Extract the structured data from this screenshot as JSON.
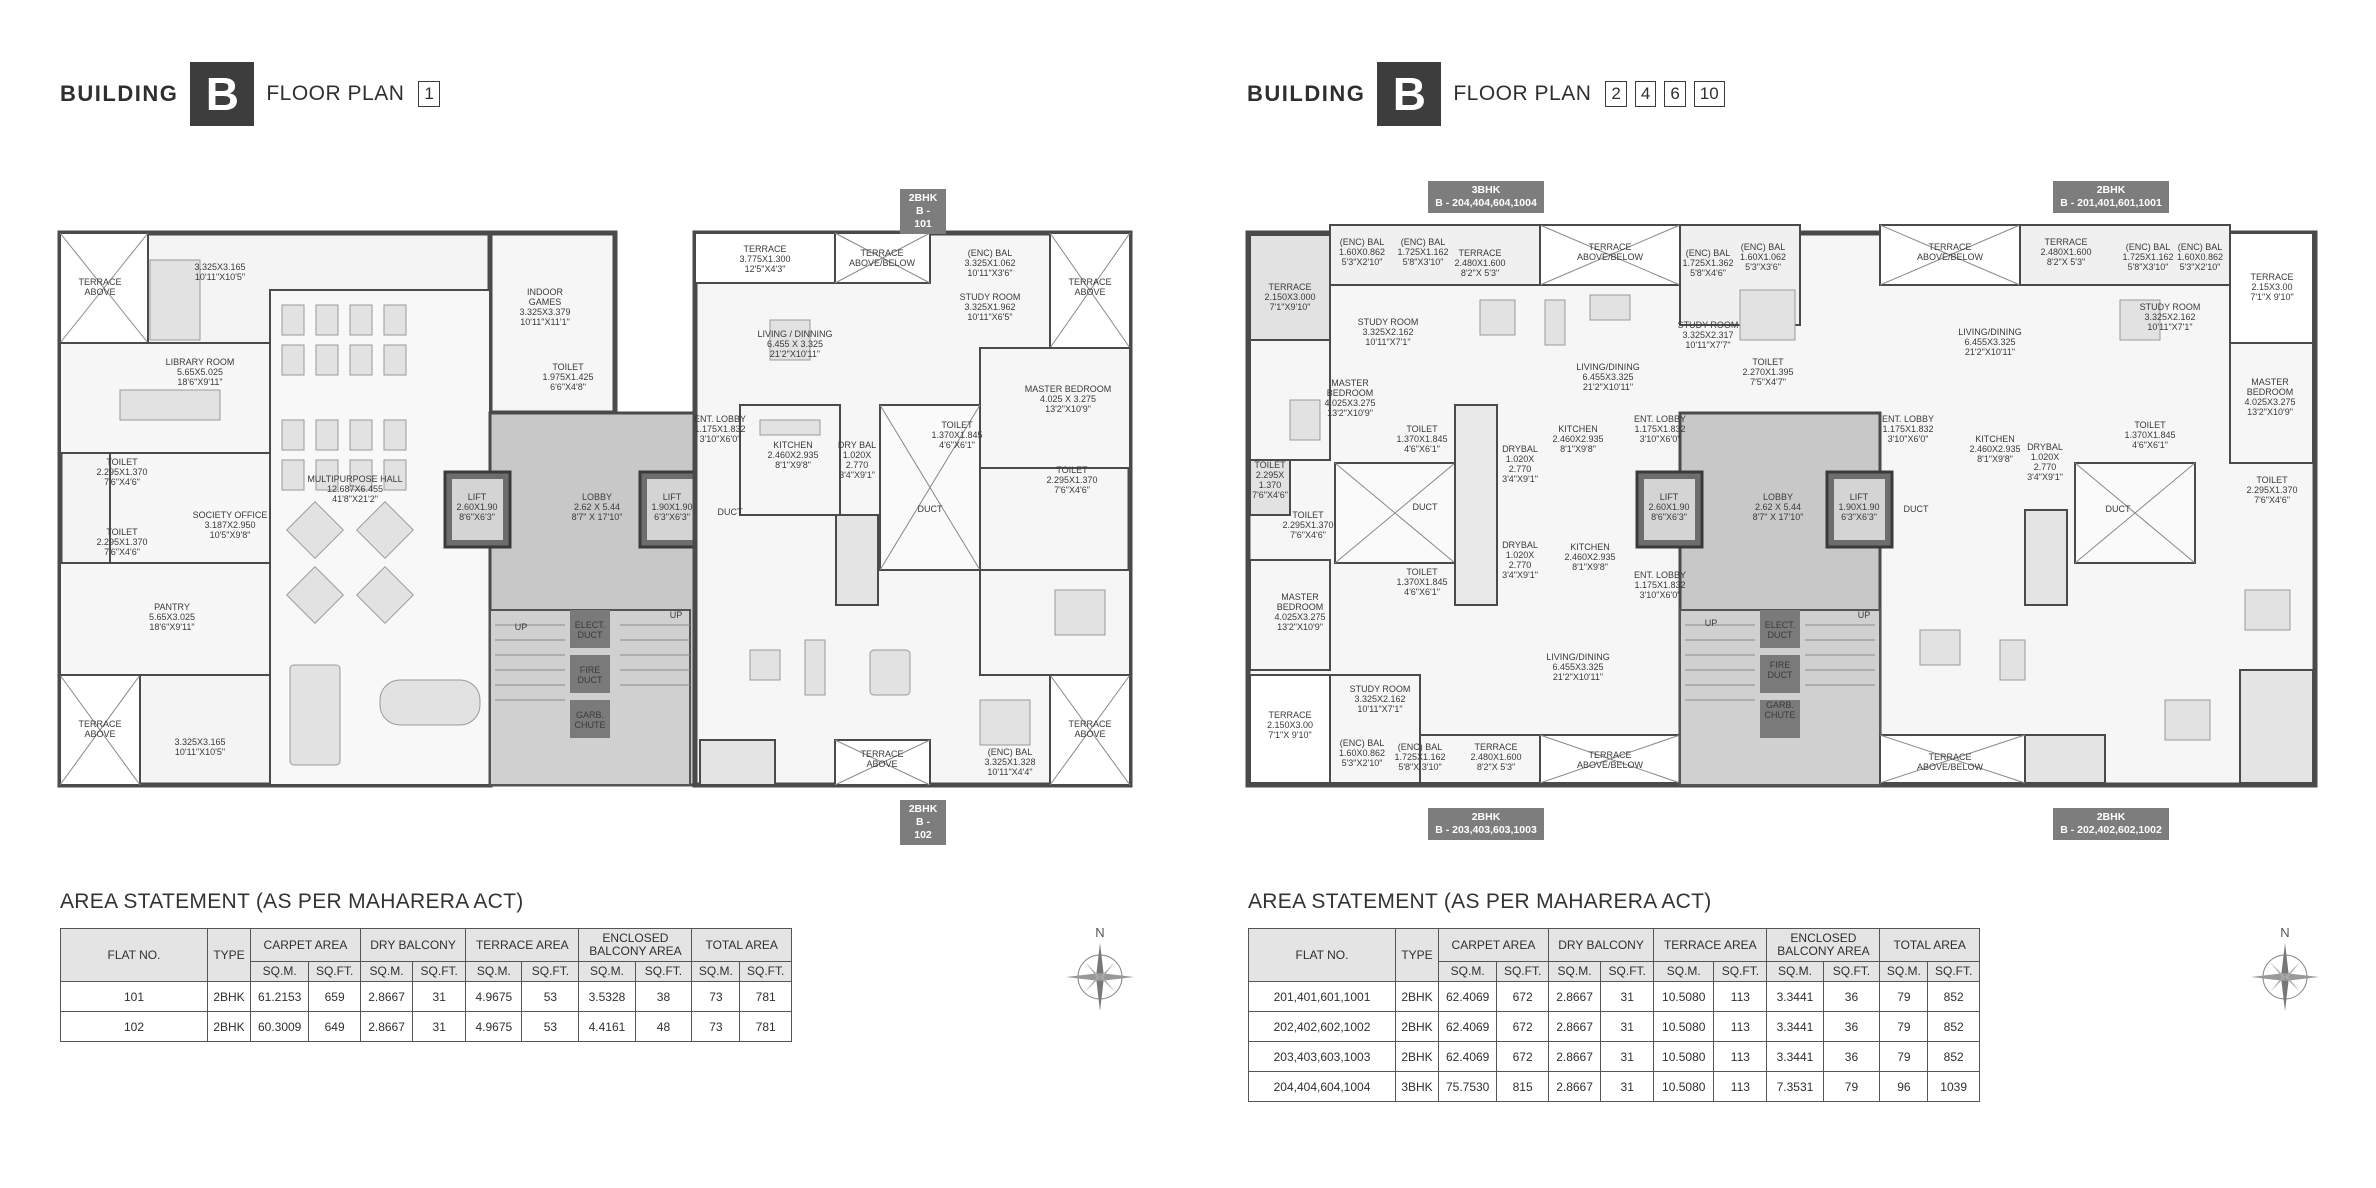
{
  "left": {
    "building_word": "BUILDING",
    "building_letter": "B",
    "floor_plan_word": "FLOOR PLAN",
    "floor_numbers": [
      "1"
    ],
    "tags": {
      "top": "2BHK\nB - 101",
      "bottom": "2BHK\nB - 102"
    },
    "rooms": {
      "terrace_above_tl": "TERRACE\nABOVE",
      "dim_3325_tl": "3.325X3.165\n10'11\"X10'5\"",
      "library": "LIBRARY ROOM\n5.65X5.025\n18'6\"X9'11\"",
      "indoor_games": "INDOOR\nGAMES\n3.325X3.379\n10'11\"X11'1\"",
      "toilet_games": "TOILET\n1.975X1.425\n6'6\"X4'8\"",
      "toilet_l1": "TOILET\n2.295X1.370\n7'6\"X4'6\"",
      "toilet_l2": "TOILET\n2.295X1.370\n7'6\"X4'6\"",
      "society_office": "SOCIETY OFFICE\n3.187X2.950\n10'5\"X9'8\"",
      "multipurpose": "MULTIPURPOSE HALL\n12.687X6.455\n41'8\"X21'2\"",
      "pantry": "PANTRY\n5.65X3.025\n18'6\"X9'11\"",
      "terrace_above_bl": "TERRACE\nABOVE",
      "dim_3325_bl": "3.325X3.165\n10'11\"X10'5\"",
      "lift1": "LIFT\n2.60X1.90\n8'6\"X6'3\"",
      "lobby": "LOBBY\n2.62 X 5.44\n8'7\" X 17'10\"",
      "lift2": "LIFT\n1.90X1.90\n6'3\"X6'3\"",
      "up1": "UP",
      "up2": "UP",
      "elect_duct": "ELECT.\nDUCT",
      "fire_duct": "FIRE\nDUCT",
      "garb_chute": "GARB.\nCHUTE",
      "terrace_top": "TERRACE\n3.775X1.300\n12'5\"X4'3\"",
      "terrace_above_below": "TERRACE\nABOVE/BELOW",
      "enc_bal_top": "(ENC) BAL\n3.325X1.062\n10'11\"X3'6\"",
      "terrace_above_tr": "TERRACE\nABOVE",
      "living_dining": "LIVING / DINNING\n6.455 X 3.325\n21'2\"X10'11\"",
      "study_room": "STUDY ROOM\n3.325X1.962\n10'11\"X6'5\"",
      "master_bedroom": "MASTER BEDROOM\n4.025 X 3.275\n13'2\"X10'9\"",
      "ent_lobby": "ENT. LOBBY\n1.175X1.832\n3'10\"X6'0\"",
      "kitchen": "KITCHEN\n2.460X2.935\n8'1\"X9'8\"",
      "dry_bal": "DRY BAL\n1.020X\n2.770\n3'4\"X9'1\"",
      "toilet_r1": "TOILET\n1.370X1.845\n4'6\"X6'1\"",
      "toilet_r2": "TOILET\n2.295X1.370\n7'6\"X4'6\"",
      "duct1": "DUCT",
      "duct2": "DUCT",
      "enc_bal_bottom": "(ENC) BAL\n3.325X1.328\n10'11\"X4'4\"",
      "terrace_above_bm": "TERRACE\nABOVE",
      "terrace_above_br": "TERRACE\nABOVE"
    },
    "area_title": "AREA STATEMENT (AS PER MAHARERA ACT)",
    "table": {
      "headers": {
        "flat_no": "FLAT NO.",
        "type": "TYPE",
        "carpet": "CARPET AREA",
        "dry": "DRY BALCONY",
        "terrace": "TERRACE AREA",
        "enclosed": "ENCLOSED\nBALCONY AREA",
        "total": "TOTAL AREA",
        "sqm": "SQ.M.",
        "sqft": "SQ.FT."
      },
      "rows": [
        [
          "101",
          "2BHK",
          "61.2153",
          "659",
          "2.8667",
          "31",
          "4.9675",
          "53",
          "3.5328",
          "38",
          "73",
          "781"
        ],
        [
          "102",
          "2BHK",
          "60.3009",
          "649",
          "2.8667",
          "31",
          "4.9675",
          "53",
          "4.4161",
          "48",
          "73",
          "781"
        ]
      ]
    }
  },
  "right": {
    "building_word": "BUILDING",
    "building_letter": "B",
    "floor_plan_word": "FLOOR PLAN",
    "floor_numbers": [
      "2",
      "4",
      "6",
      "10"
    ],
    "tags": {
      "top_left": "3BHK\nB - 204,404,604,1004",
      "top_right": "2BHK\nB - 201,401,601,1001",
      "bottom_left": "2BHK\nB - 203,403,603,1003",
      "bottom_right": "2BHK\nB - 202,402,602,1002"
    },
    "rooms": {
      "terrace_tl": "TERRACE\n2.150X3.000\n7'1\"X9'10\"",
      "enc_bal_1": "(ENC) BAL\n1.60X0.862\n5'3\"X2'10\"",
      "enc_bal_2": "(ENC) BAL\n1.725X1.162\n5'8\"X3'10\"",
      "terrace_2480": "TERRACE\n2.480X1.600\n8'2\"X 5'3\"",
      "terrace_ab_top": "TERRACE\nABOVE/BELOW",
      "enc_bal_3": "(ENC) BAL\n1.725X1.362\n5'8\"X4'6\"",
      "enc_bal_4": "(ENC) BAL\n1.60X1.062\n5'3\"X3'6\"",
      "study_room_1": "STUDY ROOM\n3.325X2.162\n10'11\"X7'1\"",
      "living_dining_1": "LIVING/DINING\n6.455X3.325\n21'2\"X10'11\"",
      "study_room_2": "STUDY ROOM\n3.325X2.317\n10'11\"X7'7\"",
      "toilet_a": "TOILET\n2.270X1.395\n7'5\"X4'7\"",
      "master_bed_1": "MASTER\nBEDROOM\n4.025X3.275\n13'2\"X10'9\"",
      "toilet_b": "TOILET\n1.370X1.845\n4'6\"X6'1\"",
      "kitchen_1": "KITCHEN\n2.460X2.935\n8'1\"X9'8\"",
      "ent_lobby_1": "ENT. LOBBY\n1.175X1.832\n3'10\"X6'0\"",
      "drybal_1": "DRYBAL\n1.020X\n2.770\n3'4\"X9'1\"",
      "toilet_c": "TOILET\n2.295X\n1.370\n7'6\"X4'6\"",
      "toilet_d": "TOILET\n2.295X1.370\n7'6\"X4'6\"",
      "duct_1": "DUCT",
      "lift_1": "LIFT\n2.60X1.90\n8'6\"X6'3\"",
      "lobby": "LOBBY\n2.62 X 5.44\n8'7\" X 17'10\"",
      "lift_2": "LIFT\n1.90X1.90\n6'3\"X6'3\"",
      "duct_2": "DUCT",
      "drybal_2": "DRYBAL\n1.020X\n2.770\n3'4\"X9'1\"",
      "kitchen_2": "KITCHEN\n2.460X2.935\n8'1\"X9'8\"",
      "ent_lobby_2": "ENT. LOBBY\n1.175X1.832\n3'10\"X6'0\"",
      "master_bed_2": "MASTER\nBEDROOM\n4.025X3.275\n13'2\"X10'9\"",
      "toilet_e": "TOILET\n1.370X1.845\n4'6\"X6'1\"",
      "living_dining_2": "LIVING/DINING\n6.455X3.325\n21'2\"X10'11\"",
      "up_1": "UP",
      "up_2": "UP",
      "elect_duct": "ELECT.\nDUCT",
      "fire_duct": "FIRE\nDUCT",
      "garb_chute": "GARB.\nCHUTE",
      "terrace_bl": "TERRACE\n2.150X3.00\n7'1\"X 9'10\"",
      "study_room_3": "STUDY ROOM\n3.325X2.162\n10'11\"X7'1\"",
      "enc_bal_5": "(ENC) BAL\n1.60X0.862\n5'3\"X2'10\"",
      "enc_bal_6": "(ENC) BAL\n1.725X1.162\n5'8\"X 3'10\"",
      "terrace_2480_b": "TERRACE\n2.480X1.600\n8'2\"X 5'3\"",
      "terrace_ab_bottom": "TERRACE\nABOVE/BELOW",
      "terrace_ab_r_top": "TERRACE\nABOVE/BELOW",
      "terrace_r_2480": "TERRACE\n2.480X1.600\n8'2\"X 5'3\"",
      "enc_bal_r1": "(ENC) BAL\n1.725X1.162\n5'8\"X3'10\"",
      "enc_bal_r2": "(ENC) BAL\n1.60X0.862\n5'3\"X2'10\"",
      "terrace_r_215": "TERRACE\n2.15X3.00\n7'1\"X 9'10\"",
      "living_dining_r": "LIVING/DINING\n6.455X3.325\n21'2\"X10'11\"",
      "study_room_r": "STUDY ROOM\n3.325X2.162\n10'11\"X7'1\"",
      "master_bed_r": "MASTER\nBEDROOM\n4.025X3.275\n13'2\"X10'9\"",
      "ent_lobby_r": "ENT. LOBBY\n1.175X1.832\n3'10\"X6'0\"",
      "kitchen_r": "KITCHEN\n2.460X2.935\n8'1\"X9'8\"",
      "drybal_r": "DRYBAL\n1.020X\n2.770\n3'4\"X9'1\"",
      "toilet_r1": "TOILET\n1.370X1.845\n4'6\"X6'1\"",
      "toilet_r2": "TOILET\n2.295X1.370\n7'6\"X4'6\"",
      "duct_r": "DUCT",
      "terrace_ab_r_bottom": "TERRACE\nABOVE/BELOW"
    },
    "area_title": "AREA STATEMENT (AS PER MAHARERA ACT)",
    "table": {
      "headers": {
        "flat_no": "FLAT NO.",
        "type": "TYPE",
        "carpet": "CARPET AREA",
        "dry": "DRY BALCONY",
        "terrace": "TERRACE AREA",
        "enclosed": "ENCLOSED\nBALCONY AREA",
        "total": "TOTAL AREA",
        "sqm": "SQ.M.",
        "sqft": "SQ.FT."
      },
      "rows": [
        [
          "201,401,601,1001",
          "2BHK",
          "62.4069",
          "672",
          "2.8667",
          "31",
          "10.5080",
          "113",
          "3.3441",
          "36",
          "79",
          "852"
        ],
        [
          "202,402,602,1002",
          "2BHK",
          "62.4069",
          "672",
          "2.8667",
          "31",
          "10.5080",
          "113",
          "3.3441",
          "36",
          "79",
          "852"
        ],
        [
          "203,403,603,1003",
          "2BHK",
          "62.4069",
          "672",
          "2.8667",
          "31",
          "10.5080",
          "113",
          "3.3441",
          "36",
          "79",
          "852"
        ],
        [
          "204,404,604,1004",
          "3BHK",
          "75.7530",
          "815",
          "2.8667",
          "31",
          "10.5080",
          "113",
          "7.3531",
          "79",
          "96",
          "1039"
        ]
      ]
    }
  },
  "compass_label": "N",
  "colors": {
    "wall": "#4a4a4a",
    "core": "#c8c8c8",
    "lift": "#6d6d6d",
    "tag": "#7d7d7d",
    "table_header": "#e4e4e4"
  }
}
